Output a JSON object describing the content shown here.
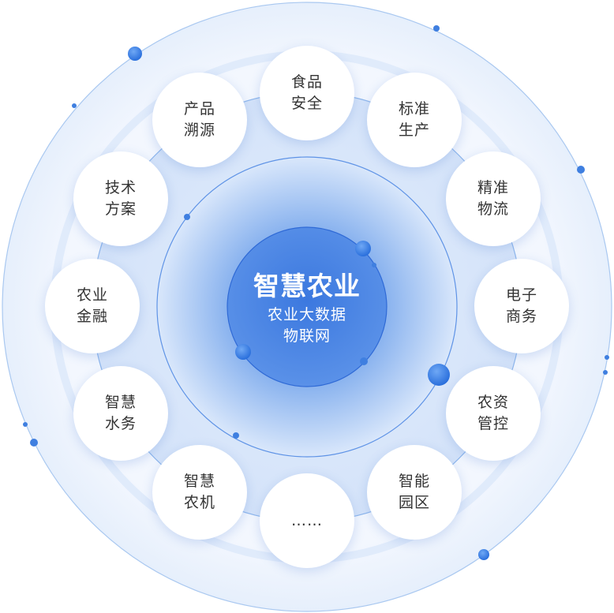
{
  "center": {
    "title": "智慧农业",
    "subtitle_line1": "农业大数据",
    "subtitle_line2": "物联网"
  },
  "nodes": [
    {
      "id": "food-safety",
      "line1": "食品",
      "line2": "安全"
    },
    {
      "id": "standard-production",
      "line1": "标准",
      "line2": "生产"
    },
    {
      "id": "precision-logistics",
      "line1": "精准",
      "line2": "物流"
    },
    {
      "id": "e-commerce",
      "line1": "电子",
      "line2": "商务"
    },
    {
      "id": "agri-input-control",
      "line1": "农资",
      "line2": "管控"
    },
    {
      "id": "smart-park",
      "line1": "智能",
      "line2": "园区"
    },
    {
      "id": "more",
      "line1": "……",
      "line2": ""
    },
    {
      "id": "smart-agri-machinery",
      "line1": "智慧",
      "line2": "农机"
    },
    {
      "id": "smart-water",
      "line1": "智慧",
      "line2": "水务"
    },
    {
      "id": "agri-finance",
      "line1": "农业",
      "line2": "金融"
    },
    {
      "id": "tech-solution",
      "line1": "技术",
      "line2": "方案"
    },
    {
      "id": "product-traceability",
      "line1": "产品",
      "line2": "溯源"
    }
  ],
  "colors": {
    "primary_blue": "#3f7fe0",
    "light_blue": "#dce9fb",
    "ring_line": "#9cc1ee",
    "node_text": "#333333"
  }
}
